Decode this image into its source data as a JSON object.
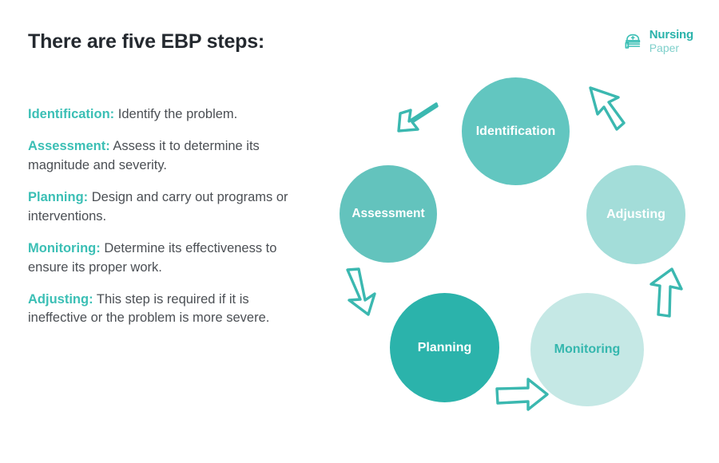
{
  "header": {
    "title": "There are five EBP steps:",
    "logo": {
      "icon": "nurse-cap-books-icon",
      "name_top": "Nursing",
      "name_bottom": "Paper"
    }
  },
  "steps": [
    {
      "label": "Identification:",
      "description": "Identify the problem."
    },
    {
      "label": "Assessment:",
      "description": "Assess it to determine its magnitude and severity."
    },
    {
      "label": "Planning:",
      "description": "Design and carry out programs or interventions."
    },
    {
      "label": "Monitoring:",
      "description": "Determine its effectiveness to ensure its proper work."
    },
    {
      "label": "Adjusting:",
      "description": "This step is required if it is ineffective or the problem is more severe."
    }
  ],
  "diagram": {
    "type": "cycle",
    "direction": "clockwise",
    "nodes": [
      {
        "id": "identification",
        "label": "Identification",
        "color": "#62C6C0",
        "text_color": "#FFFFFF"
      },
      {
        "id": "adjusting",
        "label": "Adjusting",
        "color": "#A3DDD9",
        "text_color": "#FFFFFF"
      },
      {
        "id": "monitoring",
        "label": "Monitoring",
        "color": "#C5E8E5",
        "text_color": "#35B7AE"
      },
      {
        "id": "planning",
        "label": "Planning",
        "color": "#2BB3AB",
        "text_color": "#FFFFFF"
      },
      {
        "id": "assessment",
        "label": "Assessment",
        "color": "#63C3BD",
        "text_color": "#FFFFFF"
      }
    ],
    "arrows": [
      {
        "id": "arrow-top-left",
        "icon": "arrow-down-left-icon",
        "from": "identification",
        "to": "assessment"
      },
      {
        "id": "arrow-top-right",
        "icon": "arrow-up-left-icon",
        "from": "adjusting",
        "to": "identification"
      },
      {
        "id": "arrow-left",
        "icon": "arrow-down-icon",
        "from": "assessment",
        "to": "planning"
      },
      {
        "id": "arrow-bottom",
        "icon": "arrow-right-icon",
        "from": "planning",
        "to": "monitoring"
      },
      {
        "id": "arrow-right",
        "icon": "arrow-up-icon",
        "from": "monitoring",
        "to": "adjusting"
      }
    ],
    "arrow_color": "#3BB8B0"
  },
  "colors": {
    "accent": "#3BBFB5",
    "text": "#4b4f54",
    "title": "#24292f",
    "background": "#FFFFFF"
  }
}
